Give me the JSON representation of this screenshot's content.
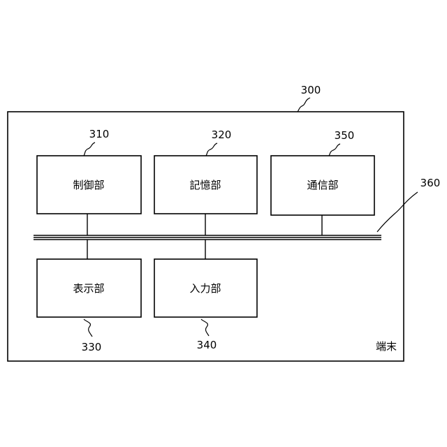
{
  "terminal": {
    "ref": "300",
    "label": "端末"
  },
  "bus": {
    "ref": "360"
  },
  "blocks": {
    "control": {
      "ref": "310",
      "label": "制御部"
    },
    "storage": {
      "ref": "320",
      "label": "記憶部"
    },
    "communication": {
      "ref": "350",
      "label": "通信部"
    },
    "display": {
      "ref": "330",
      "label": "表示部"
    },
    "input": {
      "ref": "340",
      "label": "入力部"
    }
  }
}
